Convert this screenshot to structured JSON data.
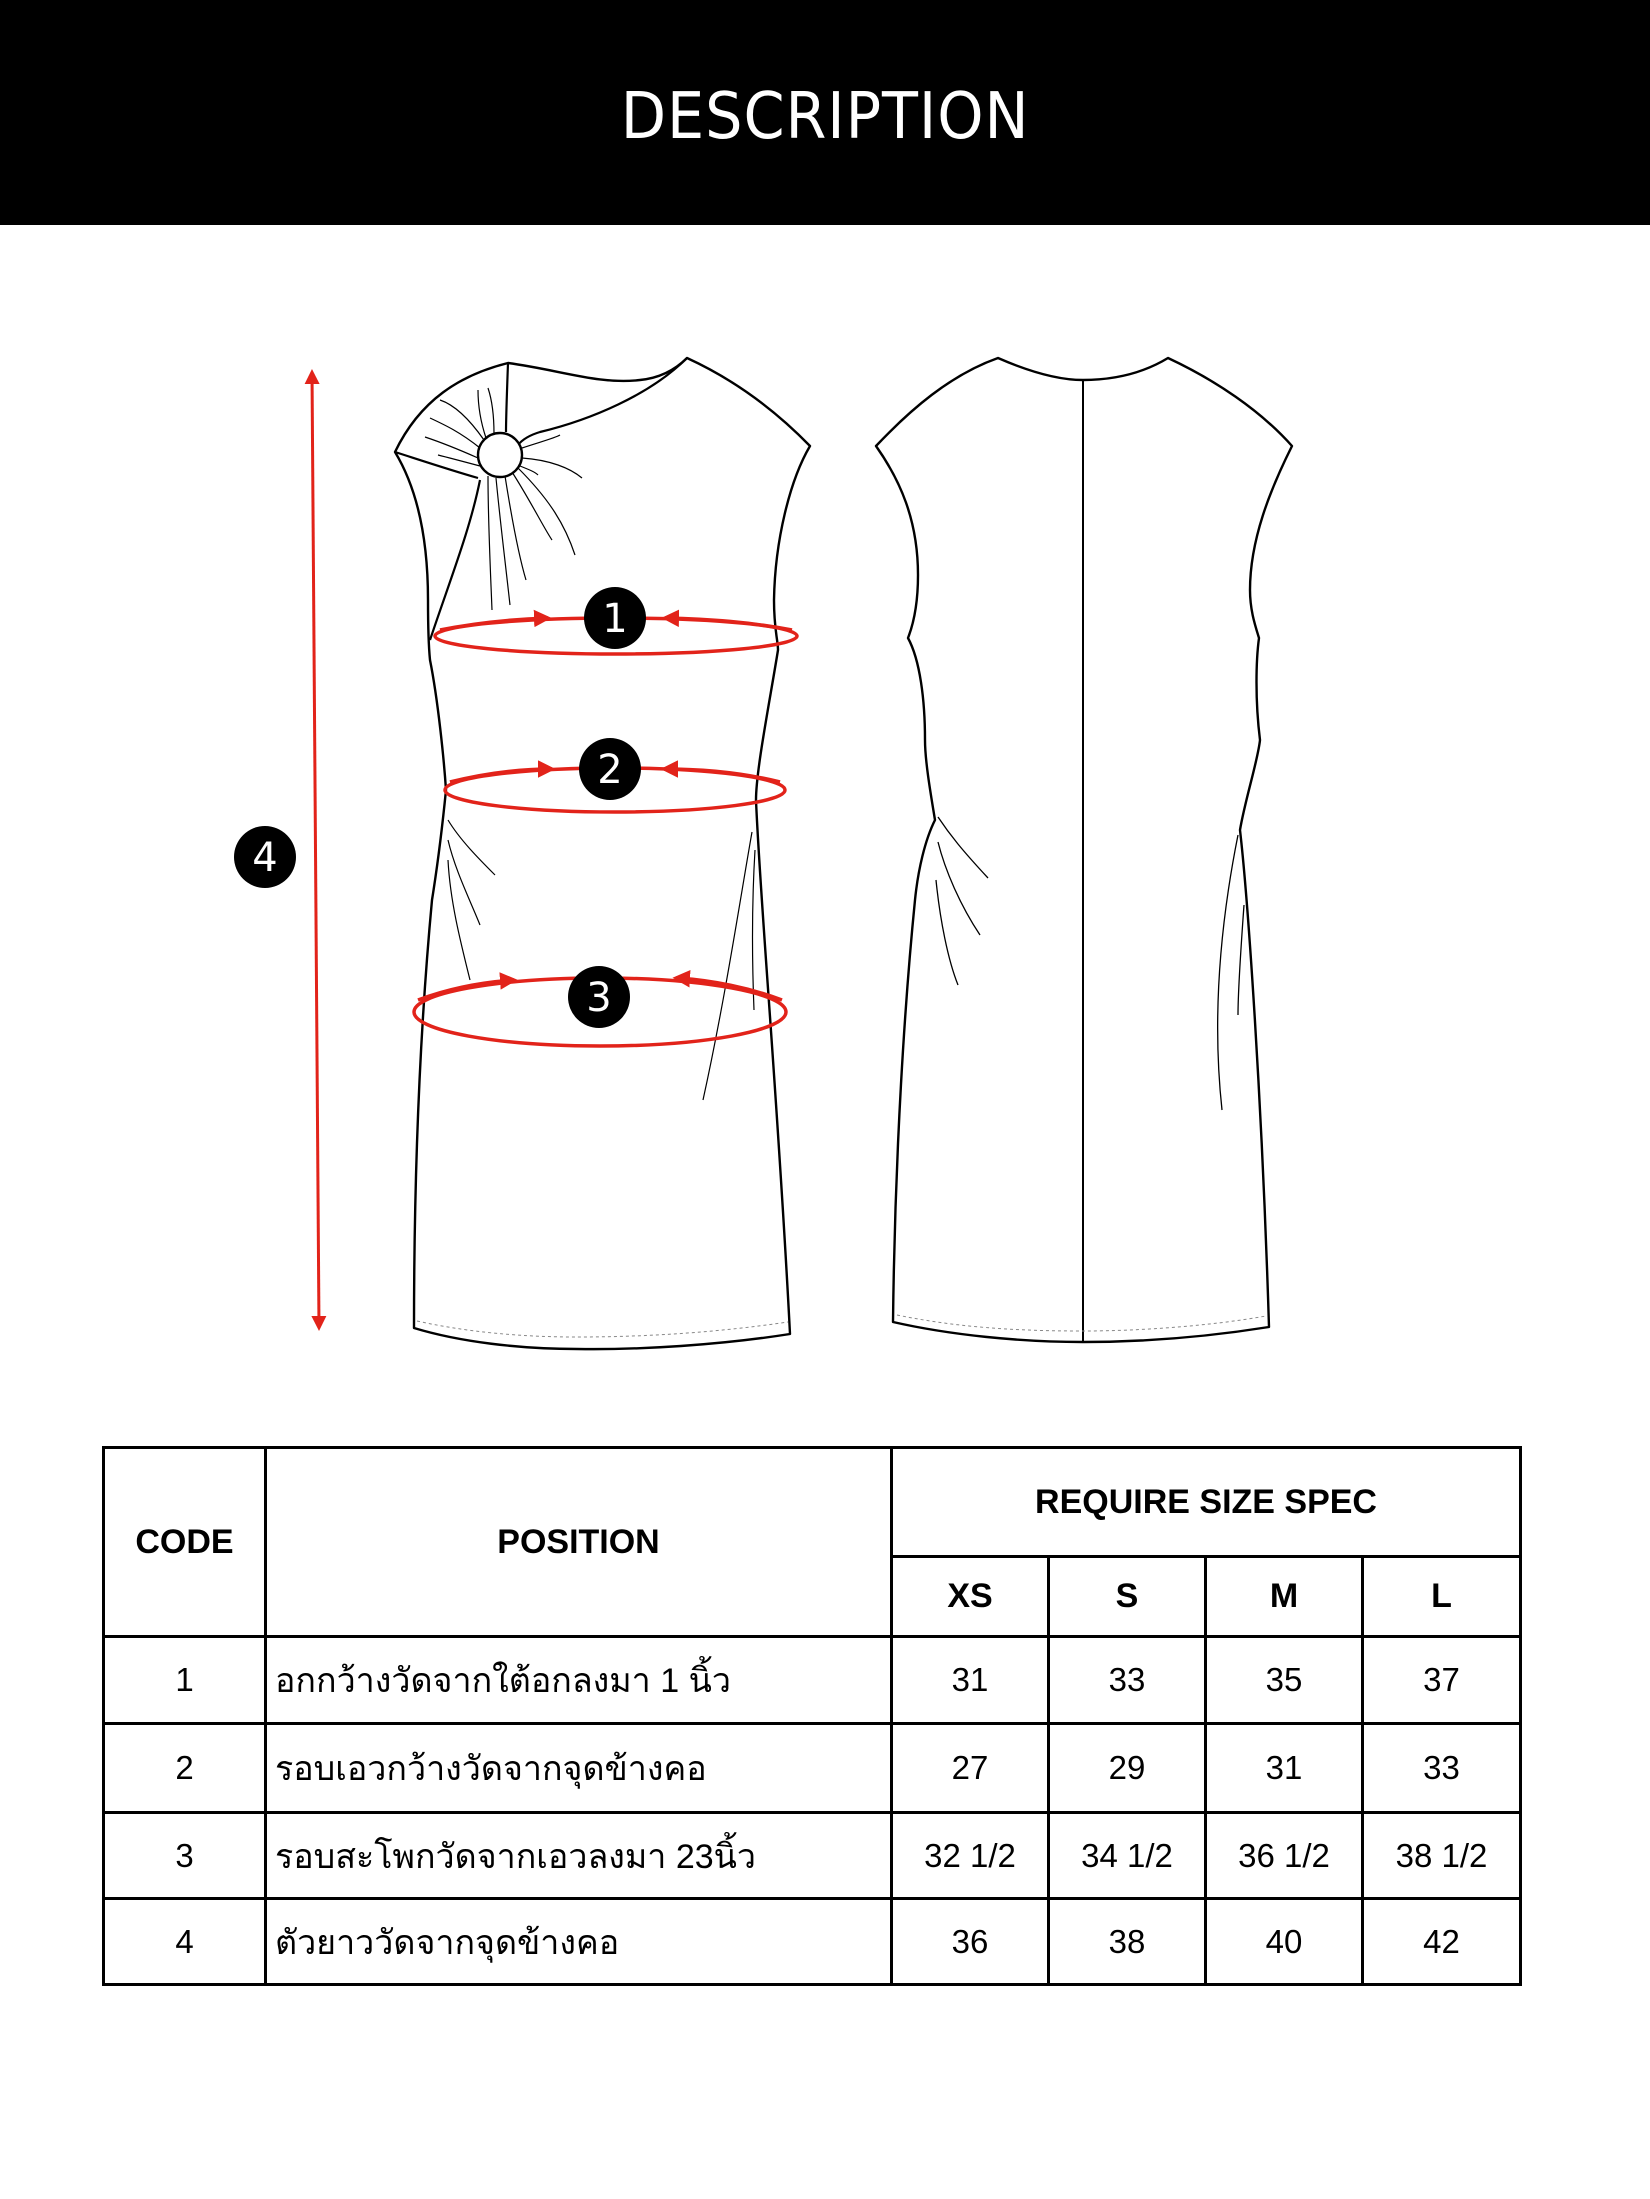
{
  "header": {
    "title": "DESCRIPTION"
  },
  "drawing": {
    "views": [
      "front",
      "back"
    ],
    "markers": [
      {
        "code": "1",
        "label": "1"
      },
      {
        "code": "2",
        "label": "2"
      },
      {
        "code": "3",
        "label": "3"
      },
      {
        "code": "4",
        "label": "4"
      }
    ],
    "colors": {
      "measure_red": "#e2231a",
      "outline": "#000000",
      "badge_fill": "#000000",
      "badge_text": "#ffffff"
    }
  },
  "table": {
    "headers": {
      "code": "CODE",
      "position": "POSITION",
      "group": "REQUIRE SIZE SPEC",
      "sizes": [
        "XS",
        "S",
        "M",
        "L"
      ]
    },
    "rows": [
      {
        "code": "1",
        "position": "อกกว้างวัดจากใต้อกลงมา 1 นิ้ว",
        "values": [
          "31",
          "33",
          "35",
          "37"
        ]
      },
      {
        "code": "2",
        "position": "รอบเอวกว้างวัดจากจุดข้างคอ",
        "values": [
          "27",
          "29",
          "31",
          "33"
        ]
      },
      {
        "code": "3",
        "position": "รอบสะโพกวัดจากเอวลงมา 23นิ้ว",
        "values": [
          "32 1/2",
          "34 1/2",
          "36 1/2",
          "38 1/2"
        ]
      },
      {
        "code": "4",
        "position": "ตัวยาววัดจากจุดข้างคอ",
        "values": [
          "36",
          "38",
          "40",
          "42"
        ]
      }
    ]
  }
}
